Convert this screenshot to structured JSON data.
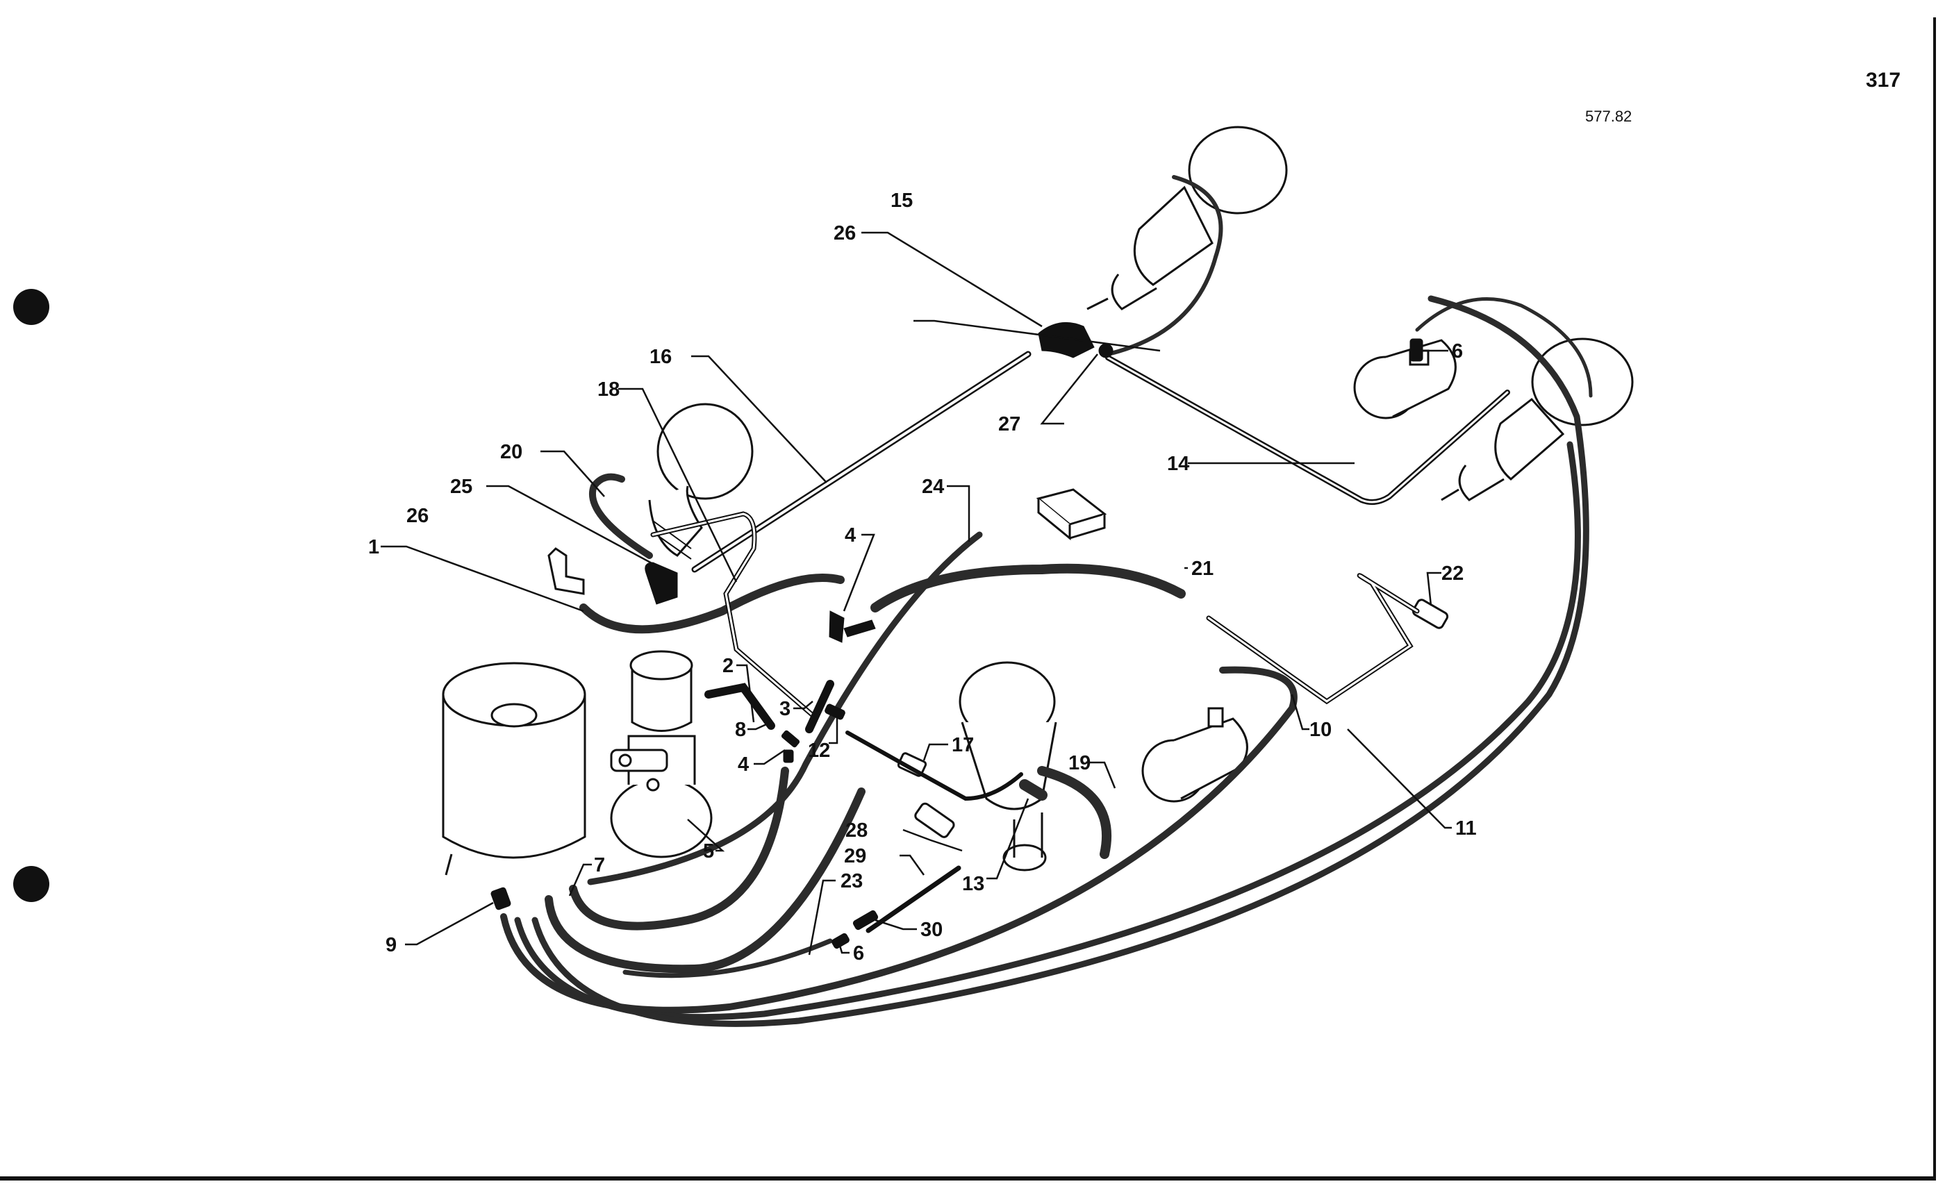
{
  "page": {
    "page_number": "317",
    "reference_code": "577.82"
  },
  "callouts": {
    "c1": "1",
    "c2": "2",
    "c3": "3",
    "c4a": "4",
    "c4b": "4",
    "c5": "5",
    "c6a": "6",
    "c6b": "6",
    "c7": "7",
    "c8": "8",
    "c9": "9",
    "c10": "10",
    "c11": "11",
    "c12": "12",
    "c13": "13",
    "c14": "14",
    "c15": "15",
    "c16": "16",
    "c17": "17",
    "c18": "18",
    "c19": "19",
    "c20": "20",
    "c21": "21",
    "c22": "22",
    "c23": "23",
    "c24": "24",
    "c25": "25",
    "c26a": "26",
    "c26b": "26",
    "c27": "27",
    "c28": "28",
    "c29": "29",
    "c30": "30"
  },
  "colors": {
    "ink": "#111111",
    "hose": "#2b2b2b",
    "paper": "#ffffff"
  }
}
